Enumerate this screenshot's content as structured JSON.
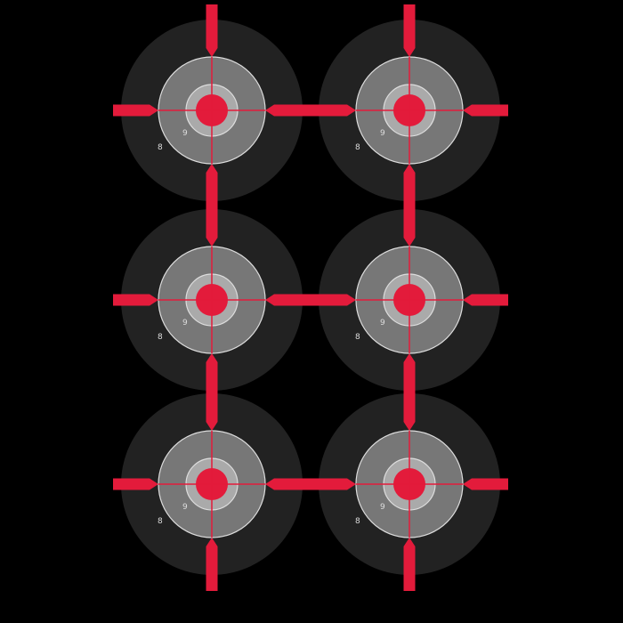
{
  "sheet": {
    "background": "#000000",
    "columns": [
      238,
      460
    ],
    "rows": [
      124,
      337,
      544
    ],
    "colors": {
      "outer": "#222222",
      "mid": "#777777",
      "ring": "#aaaaaa",
      "stroke": "#dddddd",
      "bull": "#e31b3b",
      "post": "#e31b3b",
      "label": "#dddddd"
    },
    "radii": {
      "outer": 102,
      "mid": 60,
      "ring": 29,
      "bull": 18
    },
    "targets": [
      {
        "id": "target-1",
        "ring_labels": [
          "9",
          "8"
        ]
      },
      {
        "id": "target-2",
        "ring_labels": [
          "9",
          "8"
        ]
      },
      {
        "id": "target-3",
        "ring_labels": [
          "9",
          "8"
        ]
      },
      {
        "id": "target-4",
        "ring_labels": [
          "9",
          "8"
        ]
      },
      {
        "id": "target-5",
        "ring_labels": [
          "9",
          "8"
        ]
      },
      {
        "id": "target-6",
        "ring_labels": [
          "9",
          "8"
        ]
      }
    ]
  }
}
